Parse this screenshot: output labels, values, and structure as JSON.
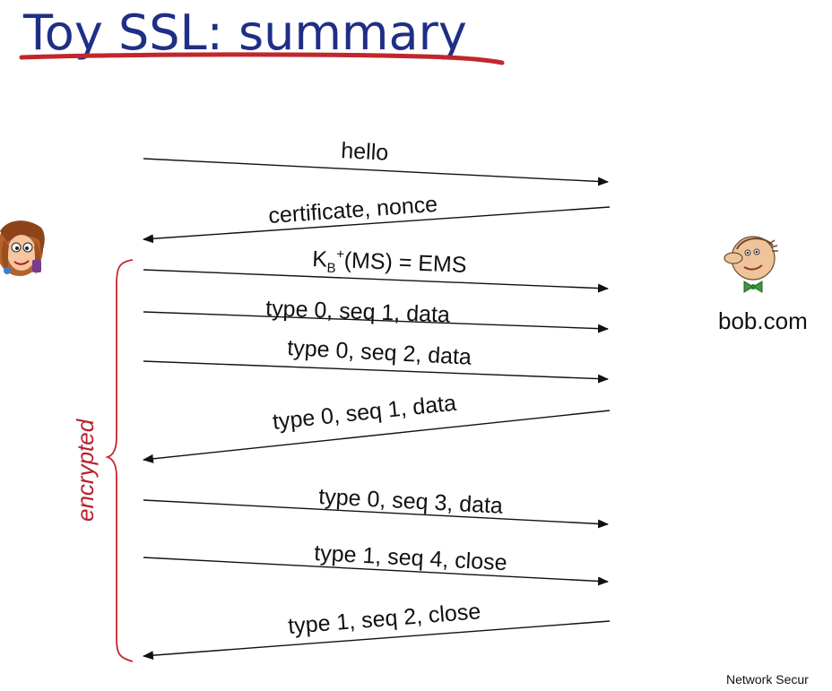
{
  "slide": {
    "title": "Toy SSL: summary",
    "footer": "Network Secur"
  },
  "participants": {
    "server": "bob.com"
  },
  "bracket_label": "encrypted",
  "messages": [
    {
      "label": "hello",
      "direction": "to-server"
    },
    {
      "label": "certificate, nonce",
      "direction": "to-client"
    },
    {
      "label_key": "K",
      "label_sub": "B",
      "label_sup": "+",
      "label_rest": "(MS) = EMS",
      "direction": "to-server"
    },
    {
      "label": "type 0, seq 1, data",
      "direction": "to-server"
    },
    {
      "label": "type 0, seq 2, data",
      "direction": "to-server"
    },
    {
      "label": "type 0, seq 1, data",
      "direction": "to-client"
    },
    {
      "label": "type 0, seq 3, data",
      "direction": "to-server"
    },
    {
      "label": "type 1, seq 4, close",
      "direction": "to-server"
    },
    {
      "label": "type 1, seq 2, close",
      "direction": "to-client"
    }
  ],
  "colors": {
    "title": "#1f2f86",
    "title_underline": "#c0272d",
    "bracket": "#c0272d",
    "encrypted_text": "#b8202c",
    "arrows": "#111111"
  },
  "icons": {
    "client": "alice-cartoon-icon",
    "server": "bob-cartoon-icon"
  }
}
